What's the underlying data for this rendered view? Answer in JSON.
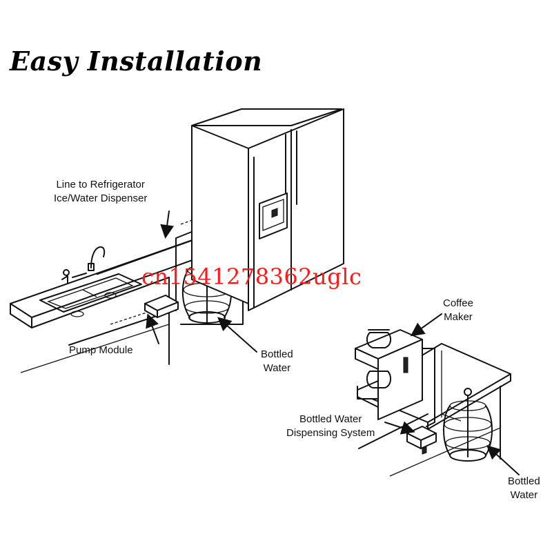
{
  "title": "Easy Installation",
  "labels": {
    "line_to_refrigerator": [
      "Line to Refrigerator",
      "Ice/Water Dispenser"
    ],
    "pump_module": "Pump Module",
    "bottled_water_left": [
      "Bottled",
      "Water"
    ],
    "coffee_maker": [
      "Coffee",
      "Maker"
    ],
    "dispensing_system": [
      "Bottled Water",
      "Dispensing System"
    ],
    "bottled_water_right": [
      "Bottled",
      "Water"
    ]
  },
  "watermark": "cn1541278362uglc",
  "colors": {
    "line": "#111111",
    "watermark": "#ff1a1a",
    "background": "#ffffff"
  }
}
